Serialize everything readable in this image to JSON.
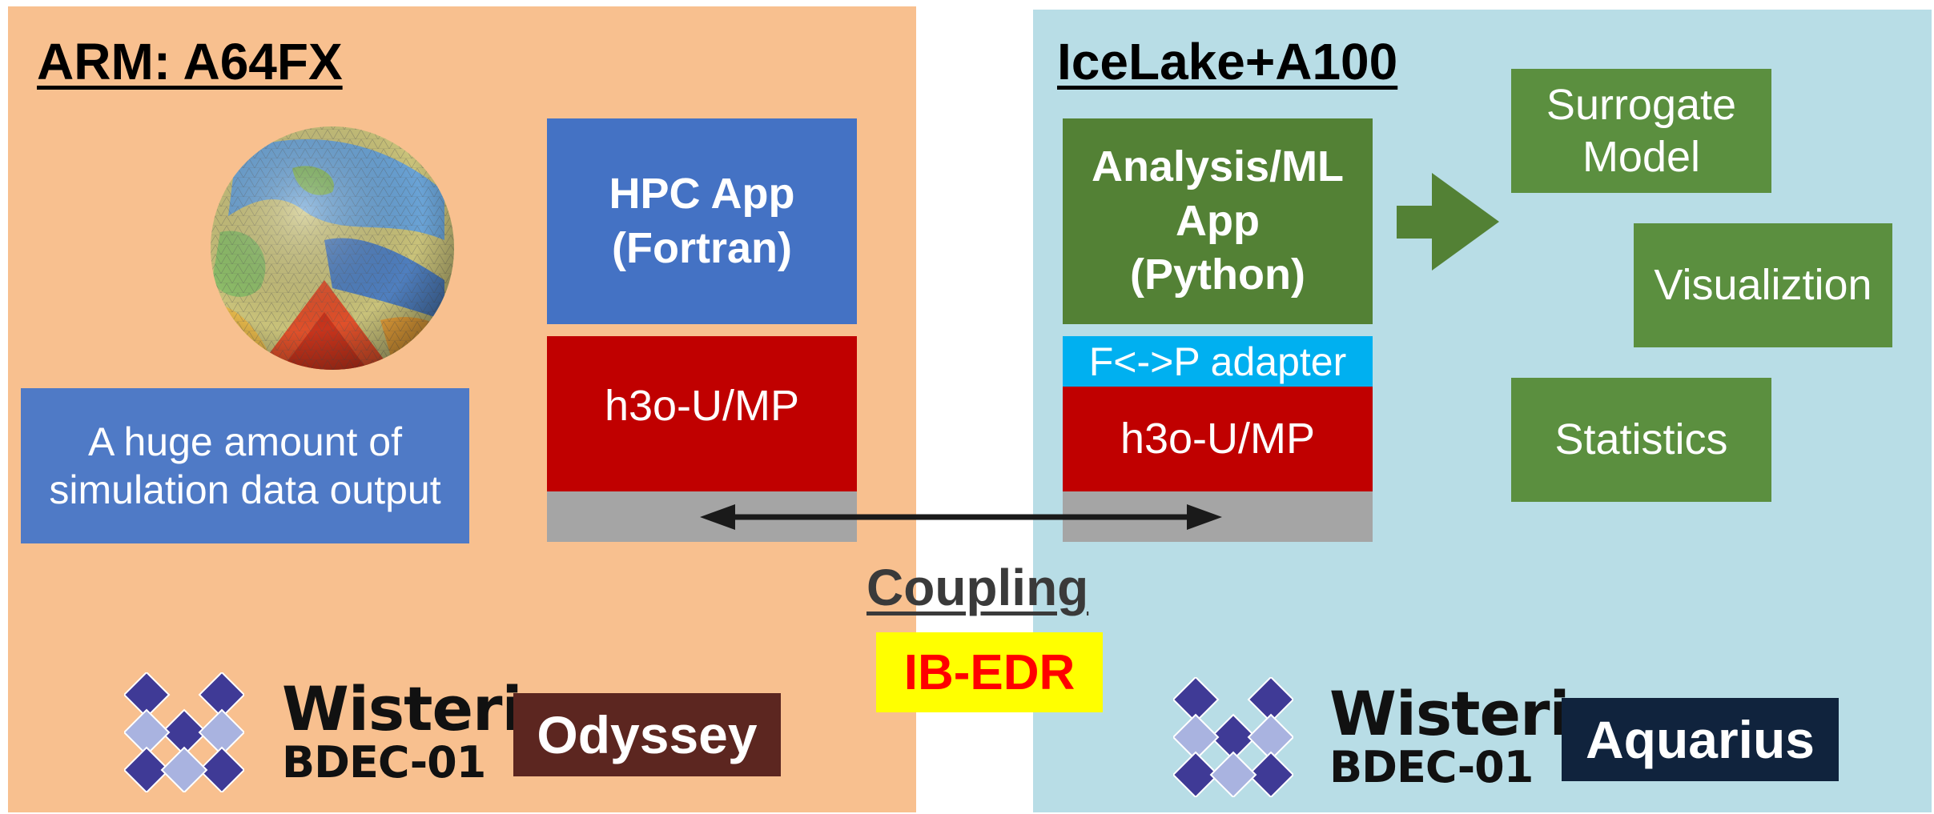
{
  "left_panel": {
    "title": "ARM: A64FX",
    "app_box": "HPC App\n(Fortran)",
    "lib_box": "h3o-U/MP",
    "output_box": "A huge amount of simulation data output",
    "logo": {
      "word1": "Wisteria",
      "word2": "BDEC-01",
      "badge": "Odyssey"
    }
  },
  "right_panel": {
    "title": "IceLake+A100",
    "app_box": "Analysis/ML\nApp\n(Python)",
    "adapter_box": "F<->P adapter",
    "lib_box": "h3o-U/MP",
    "outputs": [
      "Surrogate\nModel",
      "Visualiztion",
      "Statistics"
    ],
    "logo": {
      "word1": "Wisteria",
      "word2": "BDEC-01",
      "badge": "Aquarius"
    }
  },
  "coupling": {
    "label": "Coupling",
    "network": "IB-EDR"
  },
  "colors": {
    "left_bg": "#f8c08f",
    "right_bg": "#b8dde6",
    "hpc_blue": "#4472c4",
    "ml_green": "#538135",
    "lib_red": "#c00000",
    "adapter_cyan": "#00b0f0",
    "network_bg": "#ffff00",
    "network_text": "#ff0000",
    "odyssey_badge": "#5c2620",
    "aquarius_badge": "#10233d"
  }
}
